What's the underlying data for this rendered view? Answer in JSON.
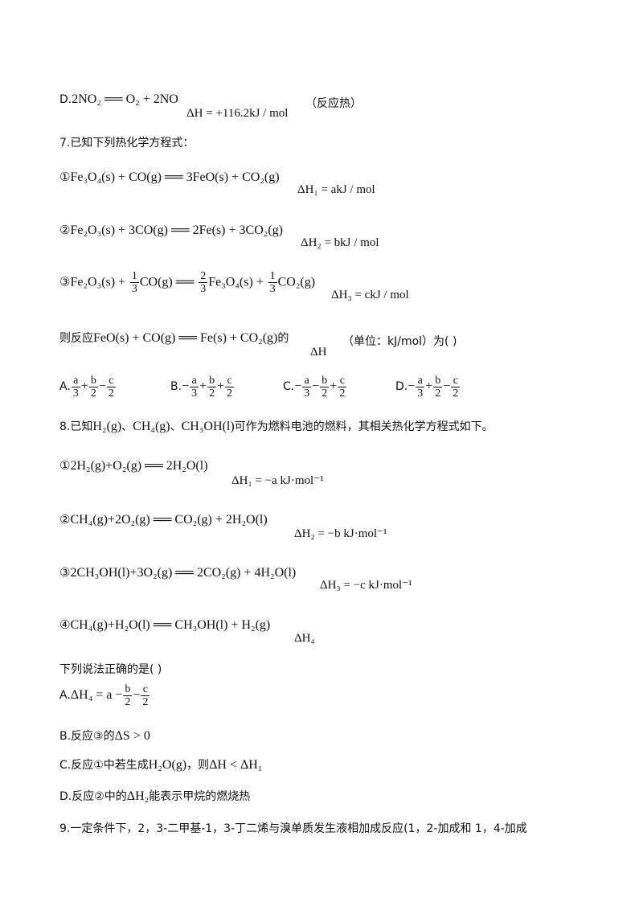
{
  "q6": {
    "option_d_label": "D.",
    "option_d_formula": "2NO₂ ══ O₂ + 2NO",
    "option_d_dh": "ΔH = +116.2kJ / mol",
    "option_d_note": "（反应热）"
  },
  "q7": {
    "stem": "7.已知下列热化学方程式：",
    "eq1_num": "①",
    "eq1": "Fe₃O₄(s) + CO(g) ══ 3FeO(s) + CO₂(g)",
    "eq1_dh": "ΔH₁ = akJ / mol",
    "eq2_num": "②",
    "eq2": "Fe₂O₃(s) + 3CO(g) ══ 2Fe(s) + 3CO₂(g)",
    "eq2_dh": "ΔH₂ = bkJ / mol",
    "eq3_num": "③",
    "eq3_part1": "Fe₂O₃(s) +",
    "eq3_part2": "CO(g) ══",
    "eq3_part3": "Fe₃O₄(s) +",
    "eq3_part4": "CO₂(g)",
    "eq3_dh": "ΔH₃ = ckJ / mol",
    "frac_1": "1",
    "frac_2": "2",
    "frac_3": "3",
    "ask_prefix": "则反应",
    "ask_formula": "FeO(s) + CO(g) ══ Fe(s) + CO₂(g)",
    "ask_de": "的",
    "ask_dh": "ΔH",
    "ask_suffix": "（单位：kJ/mol）为(   )",
    "opt_a": "A.",
    "opt_b": "B.",
    "opt_c": "C.",
    "opt_d": "D.",
    "a": "a",
    "b": "b",
    "c": "c",
    "plus": "+",
    "minus": "−"
  },
  "q8": {
    "stem_prefix": "8.已知",
    "h2": "H₂(g)",
    "sep": "、",
    "ch4": "CH₄(g)",
    "ch3oh": "CH₃OH(l)",
    "stem_suffix": "可作为燃料电池的燃料，其相关热化学方程式如下。",
    "eq1_num": "①",
    "eq1": "2H₂(g)+O₂(g) ══ 2H₂O(l)",
    "eq1_dh": "ΔH₁ = −a kJ·mol⁻¹",
    "eq2_num": "②",
    "eq2": "CH₄(g)+2O₂(g) ══ CO₂(g) + 2H₂O(l)",
    "eq2_dh": "ΔH₂ = −b kJ·mol⁻¹",
    "eq3_num": "③",
    "eq3": "2CH₃OH(l)+3O₂(g) ══ 2CO₂(g) + 4H₂O(l)",
    "eq3_dh": "ΔH₃ = −c kJ·mol⁻¹",
    "eq4_num": "④",
    "eq4": "CH₄(g)+H₂O(l) ══ CH₃OH(l) + H₂(g)",
    "eq4_dh": "ΔH₄",
    "ask": "下列说法正确的是(   )",
    "opt_a_label": "A.",
    "opt_a_lhs": "ΔH₄ = a −",
    "opt_a_mid": "−",
    "opt_b": "B.反应③的",
    "opt_b_math": "ΔS > 0",
    "opt_c_prefix": "C.反应①中若生成",
    "opt_c_formula": "H₂O(g)",
    "opt_c_mid": "，则",
    "opt_c_math": "ΔH < ΔH₁",
    "opt_d_prefix": "D.反应②中的",
    "opt_d_math": "ΔH₂",
    "opt_d_suffix": "能表示甲烷的燃烧热"
  },
  "q9": {
    "stem": "9.一定条件下，2，3-二甲基-1，3-丁二烯与溴单质发生液相加成反应(1，2-加成和 1，4-加成"
  }
}
